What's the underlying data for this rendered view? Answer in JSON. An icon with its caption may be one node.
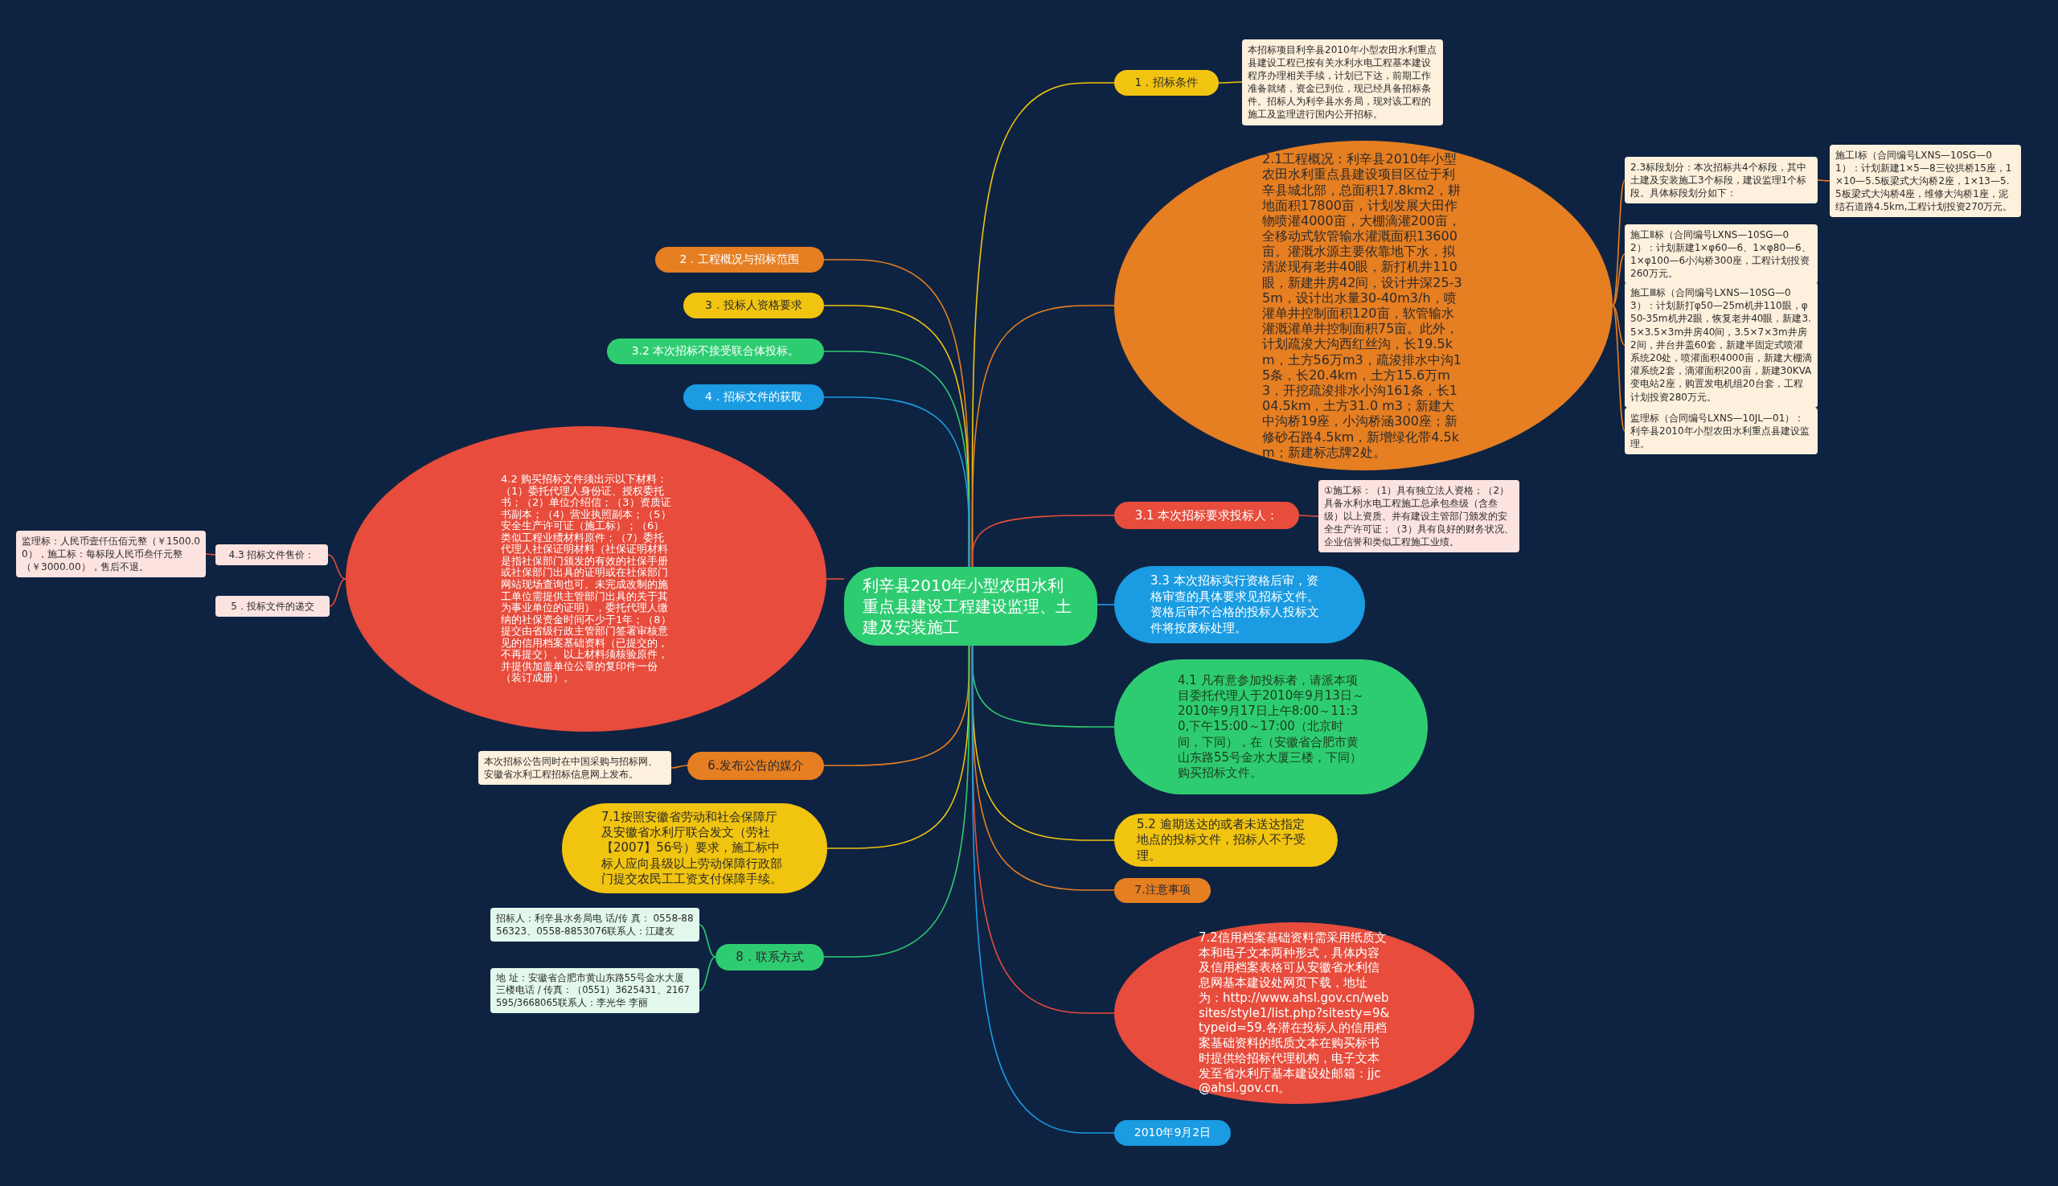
{
  "diagram": {
    "nodes": [
      {
        "text": [
          "利辛县2010年小型农田水利重点县建设工程建设监理、土建及安装施工"
        ]
      },
      {
        "text": [
          "1．招标条件"
        ]
      },
      {
        "text": [
          "本招标项目利辛县2010年小型农田水利重点县建设工程已按有关水利水电工程基本建设程序办理相关手续，计划已下达，前期工作准备就绪，资金已到位，现已经具备招标条件。招标人为利辛县水务局，现对该工程的施工及监理进行国内公开招标。"
        ]
      },
      {
        "text": [
          "2．工程概况与招标范围"
        ]
      },
      {
        "text": [
          "2.1工程概况：利辛县2010年小型农田水利重点县建设项目区位于利辛县城北部，总面积17.8km2，耕地面积17800亩，计划发展大田作物喷灌4000亩，大棚滴灌200亩，全移动式软管输水灌溉面积13600亩。灌溉水源主要依靠地下水，拟清淤现有老井40眼，新打机井110眼，新建井房42间，设计井深25-35m，设计出水量30-40m3/h，喷灌单井控制面积120亩，软管输水灌溉灌单井控制面积75亩。此外，计划疏浚大沟西红丝沟，长19.5km，土方56万m3，疏浚排水中沟15条，长20.4km，土方15.6万m3，开挖疏浚排水小沟161条，长104.5km，土方31.0 m3；新建大中沟桥19座，小沟桥涵300座；新修砂石路4.5km，新增绿化带4.5km；新建标志牌2处。"
        ]
      },
      {
        "text": [
          "2.3标段划分：本次招标共4个标段，其中土建及安装施工3个标段，建设监理1个标段。具体标段划分如下："
        ]
      },
      {
        "text": [
          "施工Ⅰ标（合同编号LXNS—10SG—01）：计划新建1×5—8三铰拱桥15座，1×10—5.5板梁式大沟桥2座，1×13—5.5板梁式大沟桥4座，维修大沟桥1座，泥结石道路4.5km,工程计划投资270万元。"
        ]
      },
      {
        "text": [
          "施工Ⅱ标（合同编号LXNS—10SG—02）：计划新建1×φ60—6、1×φ80—6、1×φ100—6小沟桥300座，工程计划投资260万元。"
        ]
      },
      {
        "text": [
          "施工Ⅲ标（合同编号LXNS—10SG—03）：计划新打φ50—25m机井110眼，φ50-35m机井2眼，恢复老井40眼，新建3.5×3.5×3m井房40间，3.5×7×3m井房2间，井台井盖60套，新建半固定式喷灌系统20处，喷灌面积4000亩，新建大棚滴灌系统2套，滴灌面积200亩，新建30KVA变电站2座，购置发电机组20台套，工程计划投资280万元。"
        ]
      },
      {
        "text": [
          "监理标（合同编号LXNS—10JL—01）：利辛县2010年小型农田水利重点县建设监理。"
        ]
      },
      {
        "text": [
          "3．投标人资格要求"
        ]
      },
      {
        "text": [
          "3.2 本次招标不接受联合体投标。"
        ]
      },
      {
        "text": [
          "4．招标文件的获取"
        ]
      },
      {
        "text": [
          "4.2 购买招标文件须出示以下材料：（1）委托代理人身份证、授权委托书；（2）单位介绍信；（3）资质证书副本；（4）营业执照副本；（5）安全生产许可证（施工标）；（6）类似工程业绩材料原件；（7）委托代理人社保证明材料（社保证明材料是指社保部门颁发的有效的社保手册或社保部门出具的证明或在社保部门网站现场查询也可。未完成改制的施工单位需提供主管部门出具的关于其为事业单位的证明），委托代理人缴纳的社保资金时间不少于1年；（8）提交由省级行政主管部门签署审核意见的信用档案基础资料（已提交的，不再提交）。以上材料须核验原件，并提供加盖单位公章的复印件一份（装订成册）。"
        ]
      },
      {
        "text": [
          "4.3 招标文件售价："
        ]
      },
      {
        "text": [
          "监理标：人民币壹仟伍佰元整（￥1500.00），施工标：每标段人民币叁仟元整（￥3000.00），售后不退。"
        ]
      },
      {
        "text": [
          "5．投标文件的递交"
        ]
      },
      {
        "text": [
          "3.1 本次招标要求投标人："
        ]
      },
      {
        "text": [
          "①施工标：（1）具有独立法人资格；（2）具备水利水电工程施工总承包叁级（含叁级）以上资质、并有建设主管部门颁发的安全生产许可证；（3）具有良好的财务状况、企业信誉和类似工程施工业绩。"
        ]
      },
      {
        "text": [
          "3.3 本次招标实行资格后审，资格审查的具体要求见招标文件。资格后审不合格的投标人投标文件将按废标处理。"
        ]
      },
      {
        "text": [
          "4.1 凡有意参加投标者，请派本项目委托代理人于2010年9月13日～2010年9月17日上午8:00～11:30,下午15:00～17:00（北京时间，下同），在（安徽省合肥市黄山东路55号金水大厦三楼，下同）购买招标文件。"
        ]
      },
      {
        "text": [
          "6.发布公告的媒介"
        ]
      },
      {
        "text": [
          "本次招标公告同时在中国采购与招标网、安徽省水利工程招标信息网上发布。"
        ]
      },
      {
        "text": [
          "7.1按照安徽省劳动和社会保障厅及安徽省水利厅联合发文（劳社【2007】56号）要求，施工标中标人应向县级以上劳动保障行政部门提交农民工工资支付保障手续。"
        ]
      },
      {
        "text": [
          "8．联系方式"
        ]
      },
      {
        "text": [
          "招标人：利辛县水务局电 话/传 真： 0558-8856323、0558-8853076联系人：江建友"
        ]
      },
      {
        "text": [
          "地 址：安徽省合肥市黄山东路55号金水大厦三楼电话 / 传真：（0551）3625431、2167595/3668065联系人：李光华 李丽"
        ]
      },
      {
        "text": [
          "5.2 逾期送达的或者未送达指定地点的投标文件，招标人不予受理。"
        ]
      },
      {
        "text": [
          "7.注意事项"
        ]
      },
      {
        "text": [
          "7.2信用档案基础资料需采用纸质文本和电子文本两种形式，具体内容及信用档案表格可从安徽省水利信息网基本建设处网页下载，地址为：http://www.ahsl.gov.cn/websites/style1/list.php?sitesty=9&typeid=59.各潜在投标人的信用档案基础资料的纸质文本在购买标书时提供给招标代理机构，电子文本发至省水利厅基本建设处邮箱：jjc@ahsl.gov.cn。"
        ]
      },
      {
        "text": [
          "2010年9月2日"
        ]
      }
    ],
    "edges": [
      {
        "from": 0,
        "to": 1,
        "arrow": "none",
        "color": "#f1c40f"
      },
      {
        "from": 1,
        "to": 2,
        "arrow": "none",
        "color": "#f1c40f"
      },
      {
        "from": 0,
        "to": 3,
        "arrow": "none",
        "color": "#e67e22"
      },
      {
        "from": 0,
        "to": 4,
        "arrow": "none",
        "color": "#e67e22"
      },
      {
        "from": 4,
        "to": 5,
        "arrow": "none",
        "color": "#e67e22"
      },
      {
        "from": 5,
        "to": 6,
        "arrow": "none",
        "color": "#e67e22"
      },
      {
        "from": 4,
        "to": 7,
        "arrow": "none",
        "color": "#e67e22"
      },
      {
        "from": 4,
        "to": 8,
        "arrow": "none",
        "color": "#e67e22"
      },
      {
        "from": 4,
        "to": 9,
        "arrow": "none",
        "color": "#e67e22"
      },
      {
        "from": 0,
        "to": 10,
        "arrow": "none",
        "color": "#f1c40f"
      },
      {
        "from": 0,
        "to": 11,
        "arrow": "none",
        "color": "#2ecc71"
      },
      {
        "from": 0,
        "to": 12,
        "arrow": "none",
        "color": "#1a9be2"
      },
      {
        "from": 0,
        "to": 13,
        "arrow": "none",
        "color": "#e74c3c"
      },
      {
        "from": 13,
        "to": 14,
        "arrow": "none",
        "color": "#e74c3c"
      },
      {
        "from": 14,
        "to": 15,
        "arrow": "none",
        "color": "#e74c3c"
      },
      {
        "from": 13,
        "to": 16,
        "arrow": "none",
        "color": "#e74c3c"
      },
      {
        "from": 0,
        "to": 17,
        "arrow": "none",
        "color": "#e74c3c"
      },
      {
        "from": 17,
        "to": 18,
        "arrow": "none",
        "color": "#e74c3c"
      },
      {
        "from": 0,
        "to": 19,
        "arrow": "none",
        "color": "#1a9be2"
      },
      {
        "from": 0,
        "to": 20,
        "arrow": "none",
        "color": "#2ecc71"
      },
      {
        "from": 0,
        "to": 21,
        "arrow": "none",
        "color": "#e67e22"
      },
      {
        "from": 21,
        "to": 22,
        "arrow": "none",
        "color": "#e67e22"
      },
      {
        "from": 0,
        "to": 23,
        "arrow": "none",
        "color": "#f1c40f"
      },
      {
        "from": 0,
        "to": 24,
        "arrow": "none",
        "color": "#2ecc71"
      },
      {
        "from": 24,
        "to": 25,
        "arrow": "none",
        "color": "#2ecc71"
      },
      {
        "from": 24,
        "to": 26,
        "arrow": "none",
        "color": "#2ecc71"
      },
      {
        "from": 0,
        "to": 27,
        "arrow": "none",
        "color": "#f1c40f"
      },
      {
        "from": 0,
        "to": 28,
        "arrow": "none",
        "color": "#e67e22"
      },
      {
        "from": 0,
        "to": 29,
        "arrow": "none",
        "color": "#e74c3c"
      },
      {
        "from": 0,
        "to": 30,
        "arrow": "none",
        "color": "#1a9be2"
      }
    ]
  }
}
